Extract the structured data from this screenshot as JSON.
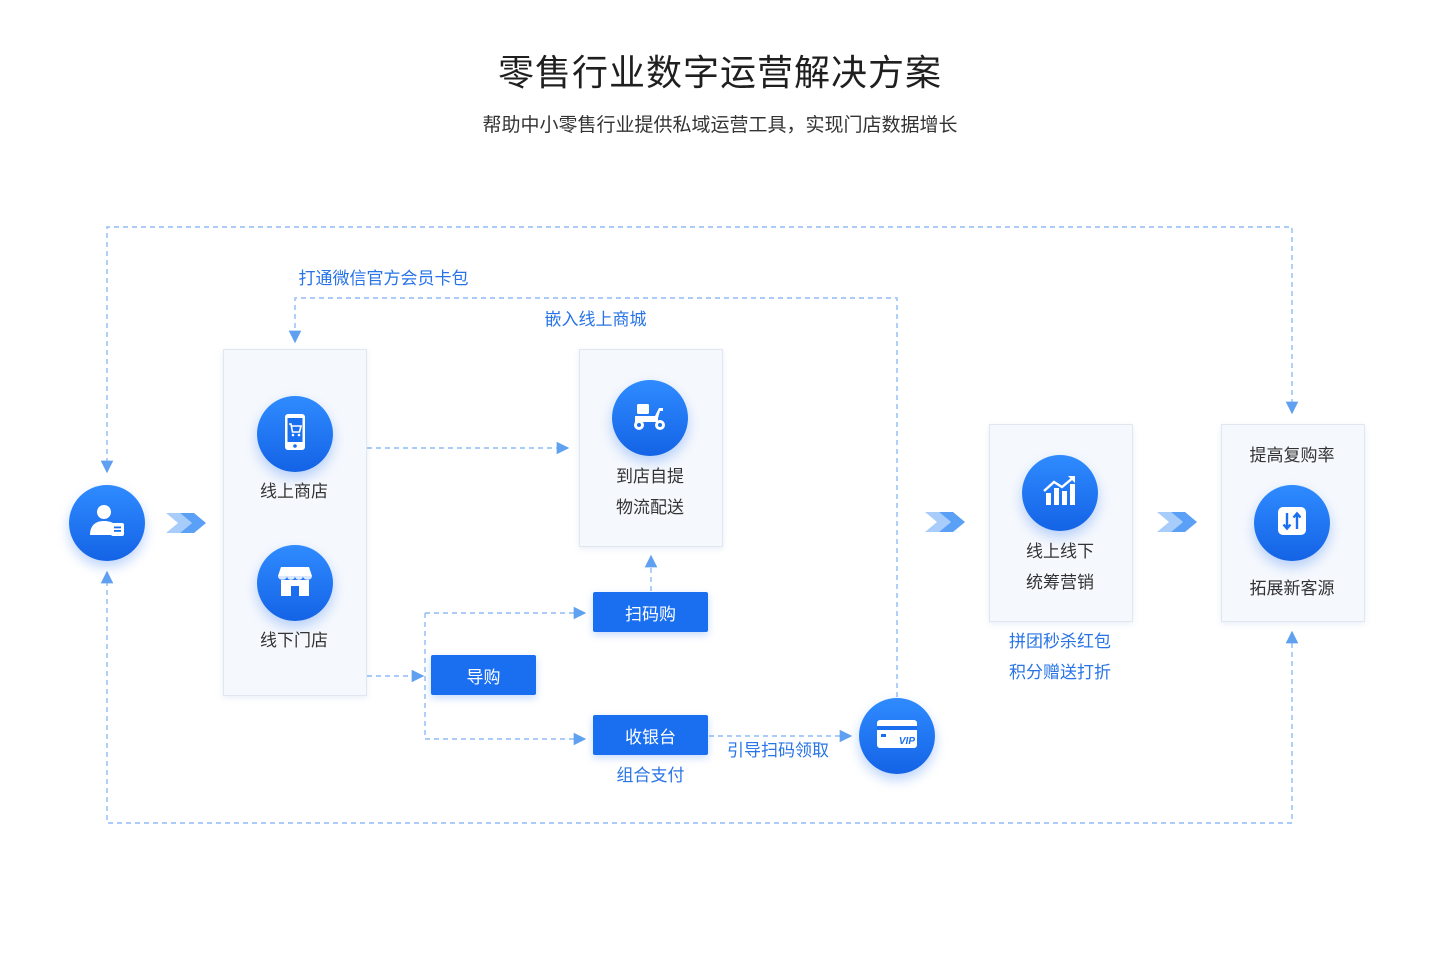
{
  "header": {
    "title": "零售行业数字运营解决方案",
    "subtitle": "帮助中小零售行业提供私域运营工具，实现门店数据增长"
  },
  "nodes": {
    "user": {
      "icon": "user-card-icon"
    },
    "online_store": {
      "label": "线上商店",
      "icon": "phone-cart-icon"
    },
    "offline_store": {
      "label": "线下门店",
      "icon": "storefront-icon"
    },
    "delivery": {
      "line1": "到店自提",
      "line2": "物流配送",
      "icon": "scooter-icon"
    },
    "marketing": {
      "line1": "线上线下",
      "line2": "统筹营销",
      "icon": "growth-chart-icon"
    },
    "result": {
      "top": "提高复购率",
      "bottom": "拓展新客源",
      "icon": "exchange-icon"
    },
    "vip": {
      "icon": "vip-card-icon"
    }
  },
  "buttons": {
    "scan_buy": "扫码购",
    "guide_buy": "导购",
    "cashier": "收银台"
  },
  "annotations": {
    "wechat_card": "打通微信官方会员卡包",
    "embed_mall": "嵌入线上商城",
    "combined_payment": "组合支付",
    "guide_scan": "引导扫码领取",
    "promo_line1": "拼团秒杀红包",
    "promo_line2": "积分赠送打折"
  },
  "colors": {
    "primary": "#1a6ff0",
    "accent_text": "#2874e6",
    "dashed_line": "#8fbcf5",
    "card_bg": "#f5f8fd"
  }
}
